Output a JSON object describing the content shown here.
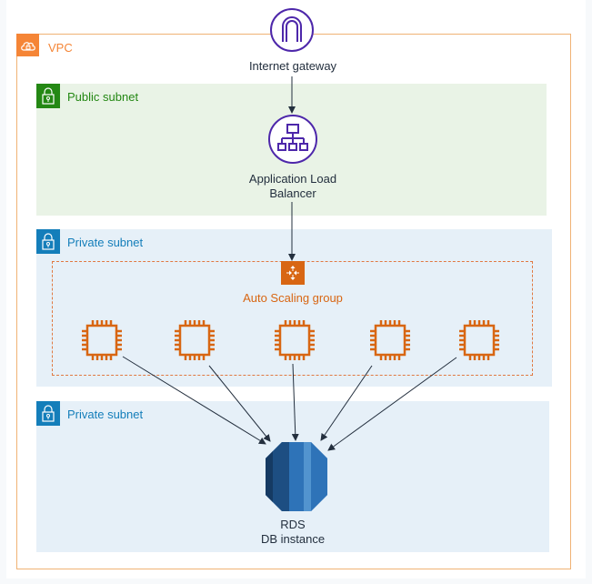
{
  "diagram": {
    "vpc": {
      "label": "VPC",
      "icon": "cloud-lock-icon",
      "color": "#f58536"
    },
    "public_subnet": {
      "label": "Public subnet",
      "icon": "lock-icon",
      "color": "#248814"
    },
    "private_subnet_app": {
      "label": "Private subnet",
      "icon": "lock-icon",
      "color": "#147eba"
    },
    "private_subnet_db": {
      "label": "Private subnet",
      "icon": "lock-icon",
      "color": "#147eba"
    },
    "internet_gateway": {
      "label": "Internet gateway",
      "icon": "internet-gateway-icon",
      "color": "#4d27aa"
    },
    "load_balancer": {
      "label_line1": "Application Load",
      "label_line2": "Balancer",
      "icon": "load-balancer-icon",
      "color": "#4d27aa"
    },
    "auto_scaling_group": {
      "label": "Auto Scaling group",
      "icon": "auto-scaling-icon",
      "color": "#d86613"
    },
    "ec2_instances": [
      {
        "icon": "ec2-instance-icon"
      },
      {
        "icon": "ec2-instance-icon"
      },
      {
        "icon": "ec2-instance-icon"
      },
      {
        "icon": "ec2-instance-icon"
      },
      {
        "icon": "ec2-instance-icon"
      }
    ],
    "rds": {
      "label_line1": "RDS",
      "label_line2": "DB instance",
      "icon": "rds-database-icon",
      "color": "#2e73b8"
    },
    "connections": [
      {
        "from": "internet_gateway",
        "to": "load_balancer"
      },
      {
        "from": "load_balancer",
        "to": "auto_scaling_group"
      },
      {
        "from": "ec2_instance_1",
        "to": "rds"
      },
      {
        "from": "ec2_instance_2",
        "to": "rds"
      },
      {
        "from": "ec2_instance_3",
        "to": "rds"
      },
      {
        "from": "ec2_instance_4",
        "to": "rds"
      },
      {
        "from": "ec2_instance_5",
        "to": "rds"
      }
    ]
  }
}
